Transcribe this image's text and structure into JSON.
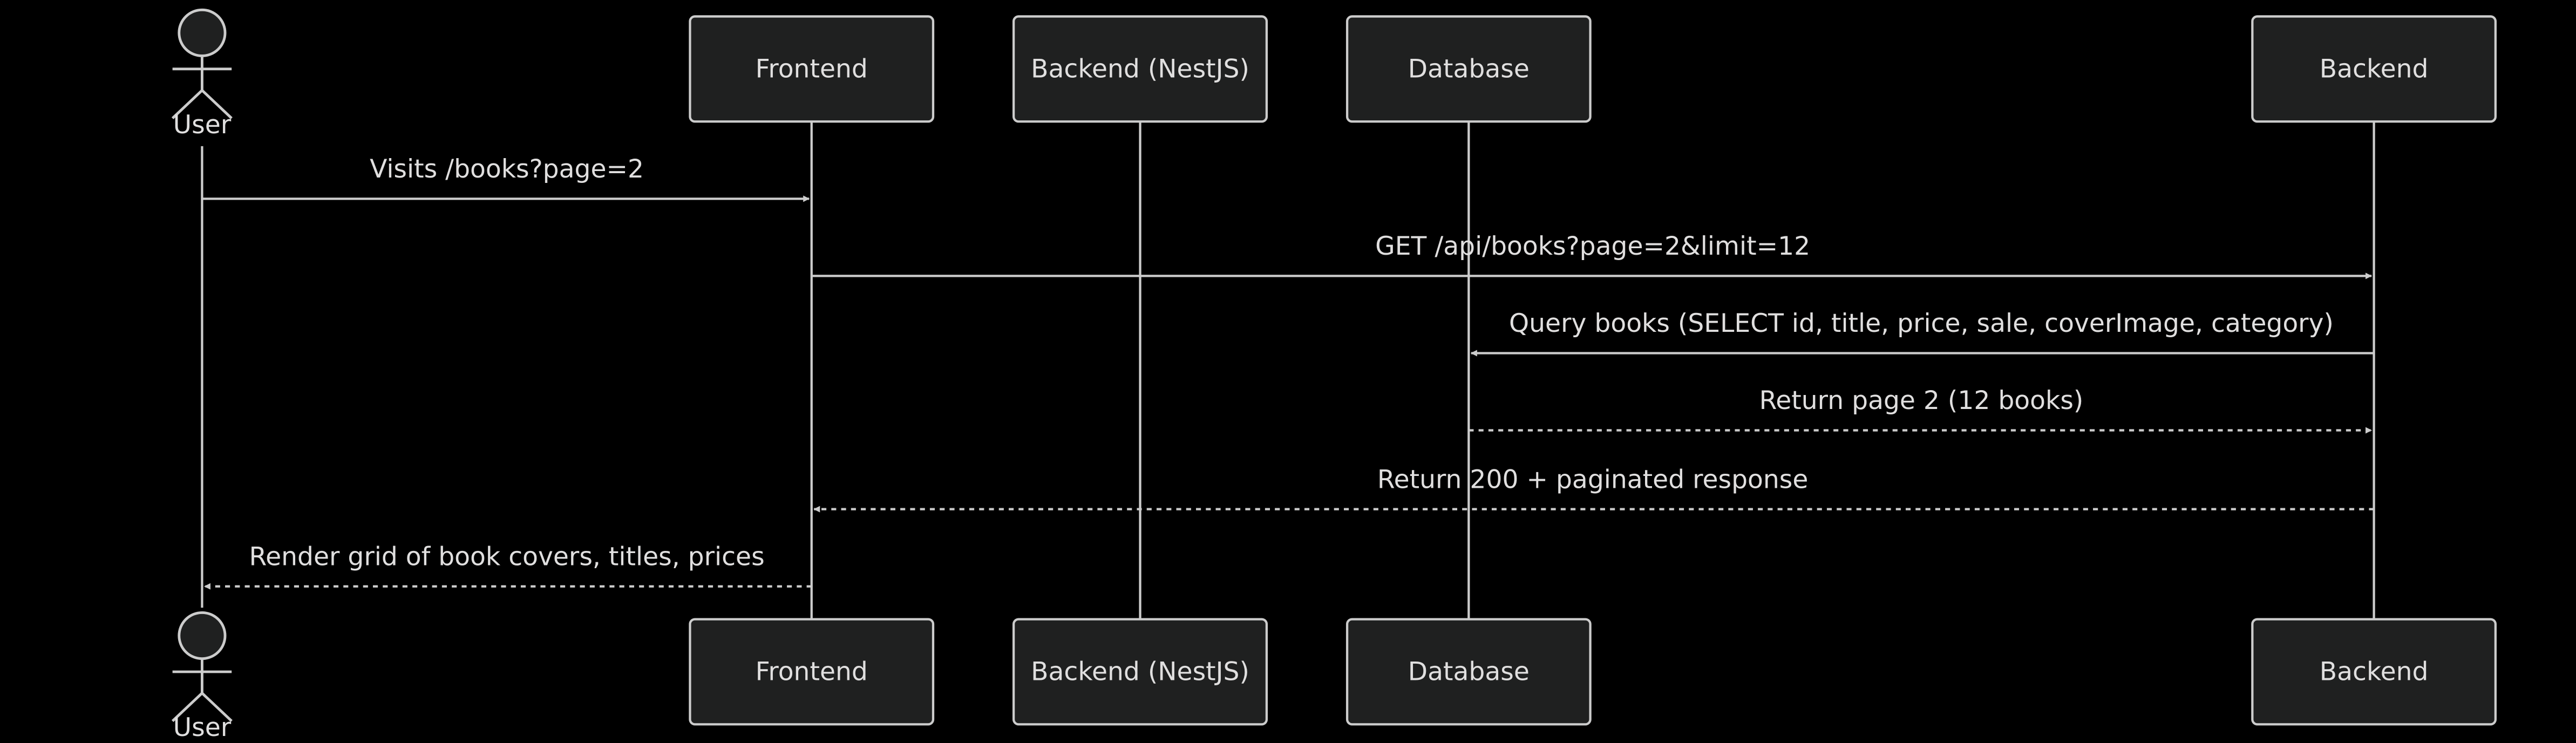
{
  "diagram": {
    "type": "sequence",
    "colors": {
      "background": "#000000",
      "box_fill": "#1f2020",
      "stroke": "#cccccc",
      "text": "#e0dfdf"
    },
    "actor": {
      "label": "User"
    },
    "participants": [
      {
        "id": "frontend",
        "label": "Frontend"
      },
      {
        "id": "backend-nestjs",
        "label": "Backend (NestJS)"
      },
      {
        "id": "database",
        "label": "Database"
      },
      {
        "id": "backend",
        "label": "Backend"
      }
    ],
    "messages": [
      {
        "from": "user",
        "to": "frontend",
        "label": "Visits /books?page=2",
        "style": "solid"
      },
      {
        "from": "frontend",
        "to": "backend",
        "label": "GET /api/books?page=2&limit=12",
        "style": "solid"
      },
      {
        "from": "backend",
        "to": "database",
        "label": "Query books (SELECT id, title, price, sale, coverImage, category)",
        "style": "solid"
      },
      {
        "from": "database",
        "to": "backend",
        "label": "Return page 2 (12 books)",
        "style": "dashed"
      },
      {
        "from": "backend",
        "to": "frontend",
        "label": "Return 200 + paginated response",
        "style": "dashed"
      },
      {
        "from": "frontend",
        "to": "user",
        "label": "Render grid of book covers, titles, prices",
        "style": "dashed"
      }
    ]
  }
}
